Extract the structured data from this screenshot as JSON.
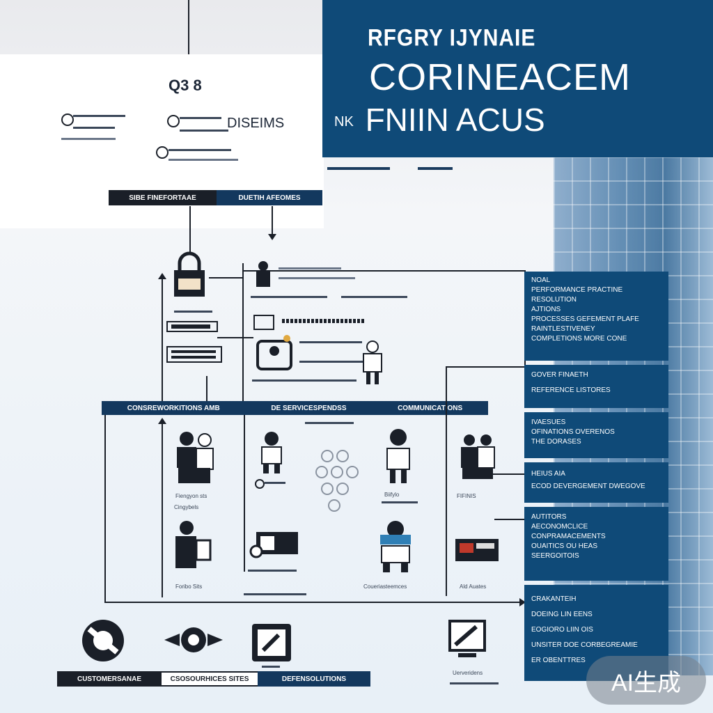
{
  "title": {
    "line1": "RFGRY IJYNAIE",
    "line2": "CORINEACEM",
    "line3_prefix": "NK",
    "line3": "FNIIN ACUS"
  },
  "top_left": {
    "heading": "Q3 8",
    "label_mid": "DISEIMS"
  },
  "bars": {
    "top_left_a": "SIBE FINEFORTAAE",
    "top_left_b": "DUETIH AFEOMES",
    "middle_a": "CONSREWORKITIONS AMB",
    "middle_b": "DE SERVICESPENDSS",
    "middle_c": "COMMUNICATIONS",
    "bottom_a": "CUSTOMERSANAE",
    "bottom_b": "CSOSOURHICES SITES",
    "bottom_c": "DEFENSOLUTIONS"
  },
  "side_panels": [
    {
      "lines": [
        "NOAL",
        "PERFORMANCE PRACTINE",
        "RESOLUTION",
        "AJTIONS",
        "PROCESSES GEFEMENT PLAFE",
        "RAINTLESTIVENEY",
        "COMPLETIONS MORE CONE"
      ]
    },
    {
      "lines": [
        "GOVER FINAETH",
        "REFERENCE LISTORES"
      ]
    },
    {
      "lines": [
        "IVAESUES",
        "OFINATIONS OVERENOS",
        "THE DORASES"
      ]
    },
    {
      "lines": [
        "HEIUS AIA",
        "ECOD DEVERGEMENT DWEGOVE"
      ]
    },
    {
      "lines": [
        "AUTITORS",
        "AECONOMCLICE",
        "CONPRAMACEMENTS",
        "OUAITICS OU HEAS",
        "SEERGOITOIS"
      ]
    },
    {
      "lines": [
        "CRAKANTEIH",
        "DOEING LIN EENS",
        "EOGIORO LIIN OIS",
        "UNSITER DOE CORBEGREAMIE",
        "ER OBENTTRES"
      ]
    }
  ],
  "icon_labels": {
    "r1_a": "Fiengyon sts",
    "r1_b": "Cingybels",
    "r1_d": "Biifylo",
    "r1_e": "FIFINIS",
    "r2_a": "Foribo Sits",
    "r2_d": "Coueriasteemces",
    "r2_e": "Ald Auates",
    "bottom_monitor": "Uerveridens"
  },
  "badge": "AI生成",
  "colors": {
    "panel_blue": "#0f4a78",
    "bar_navy": "#13385e",
    "line_dark": "#1a1f28"
  }
}
